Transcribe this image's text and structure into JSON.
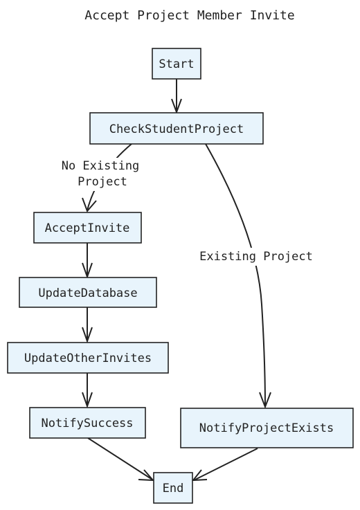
{
  "title": "Accept Project Member Invite",
  "nodes": {
    "start": "Start",
    "check_student_project": "CheckStudentProject",
    "accept_invite": "AcceptInvite",
    "update_database": "UpdateDatabase",
    "update_other_invites": "UpdateOtherInvites",
    "notify_success": "NotifySuccess",
    "notify_project_exists": "NotifyProjectExists",
    "end": "End"
  },
  "edge_labels": {
    "no_existing_project_line1": "No Existing",
    "no_existing_project_line2": "Project",
    "existing_project": "Existing Project"
  },
  "colors": {
    "node_fill": "#e8f4fc",
    "stroke": "#222222",
    "text": "#222222",
    "background": "#ffffff"
  }
}
